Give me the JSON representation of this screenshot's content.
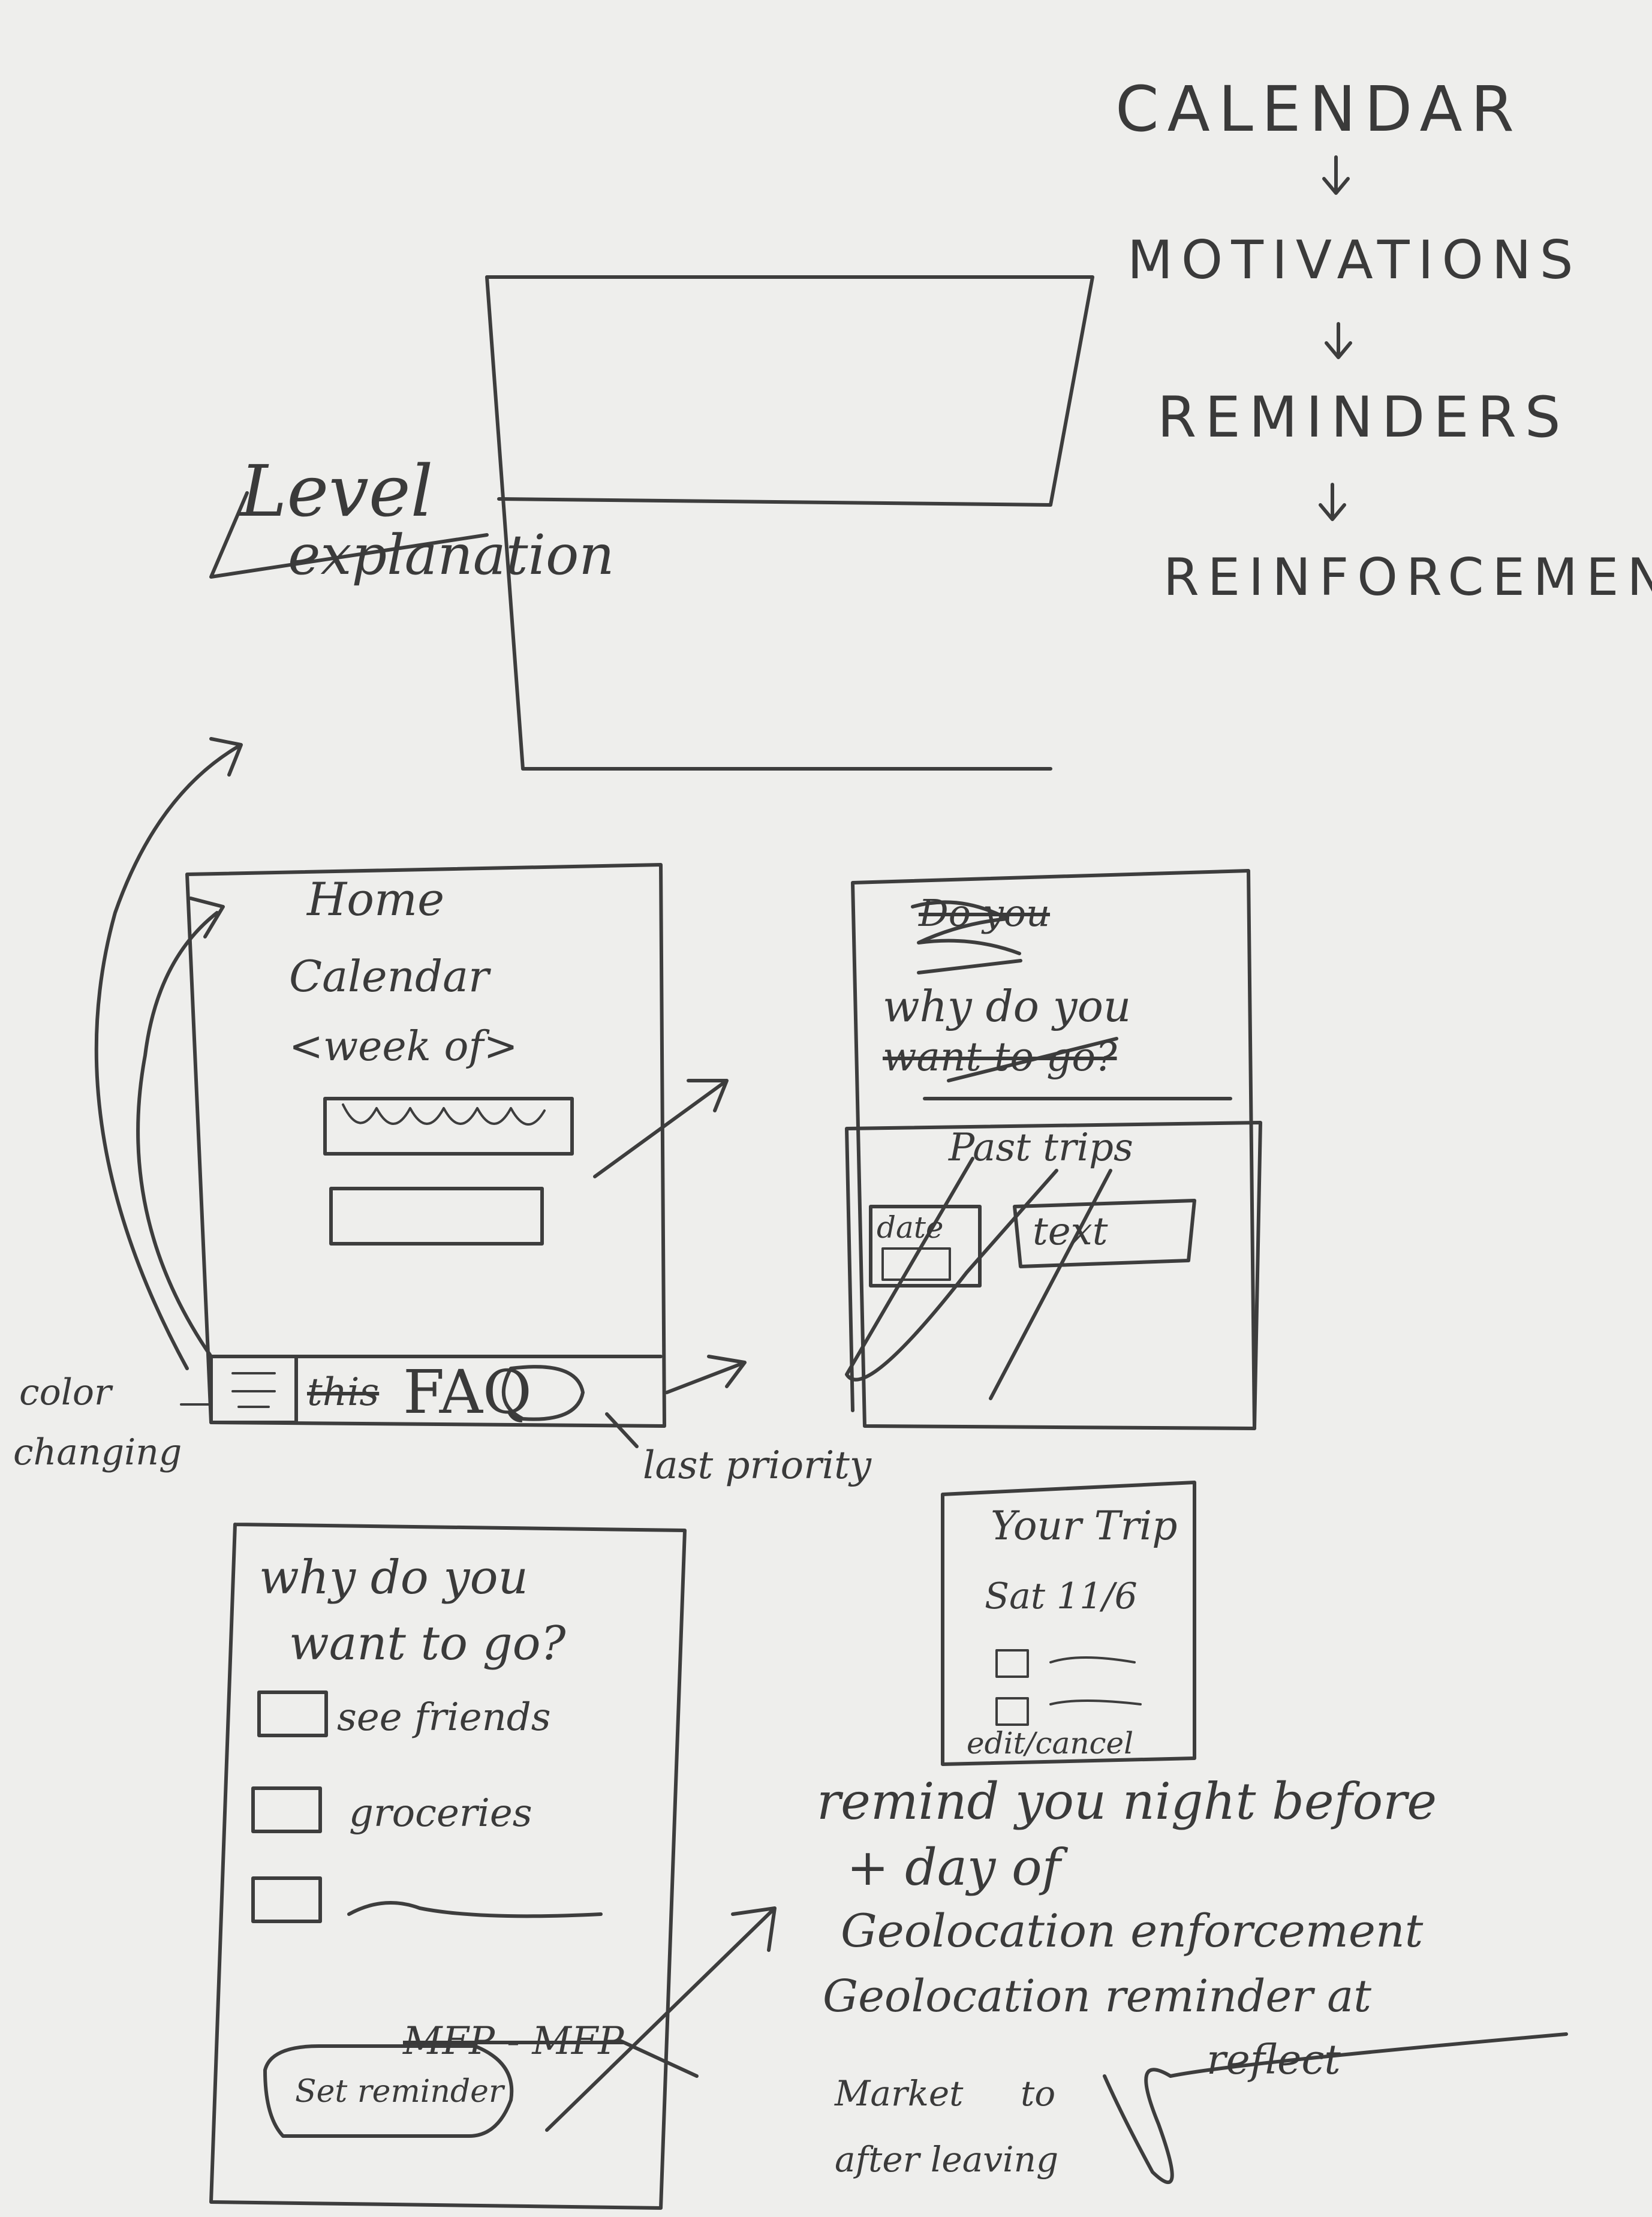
{
  "flow": {
    "steps": [
      "CALENDAR",
      "MOTIVATIONS",
      "REMINDERS",
      "REINFORCEMEN"
    ]
  },
  "level_label": "Level",
  "level_explanation": "explanation",
  "home_screen": {
    "title": "Home",
    "calendar": "Calendar",
    "week_of": "<week of>",
    "tab_crossed": "this",
    "faq": "FAQ",
    "color_note_1": "color",
    "color_note_2": "changing",
    "last_priority": "last priority"
  },
  "motivation_draft": {
    "crossed_header": "Do you",
    "question_1": "why do you",
    "question_2": "want to go?",
    "past_trips": "Past trips",
    "date_label": "date",
    "text_label": "text"
  },
  "why_screen": {
    "question_1": "why do you",
    "question_2": "want to go?",
    "options": [
      "see friends",
      "groceries"
    ],
    "crossed_note": "MFP - MFP",
    "set_reminder": "Set reminder"
  },
  "trip_screen": {
    "title": "Your Trip",
    "date": "Sat 11/6",
    "actions": "edit/cancel"
  },
  "notes": {
    "line_1": "remind you night before",
    "line_2": "+ day of",
    "line_3": "Geolocation enforcement",
    "line_4": "Geolocation reminder at",
    "line_5a": "Market",
    "line_5b": "to",
    "line_5c": "reflect",
    "line_6": "after leaving"
  }
}
